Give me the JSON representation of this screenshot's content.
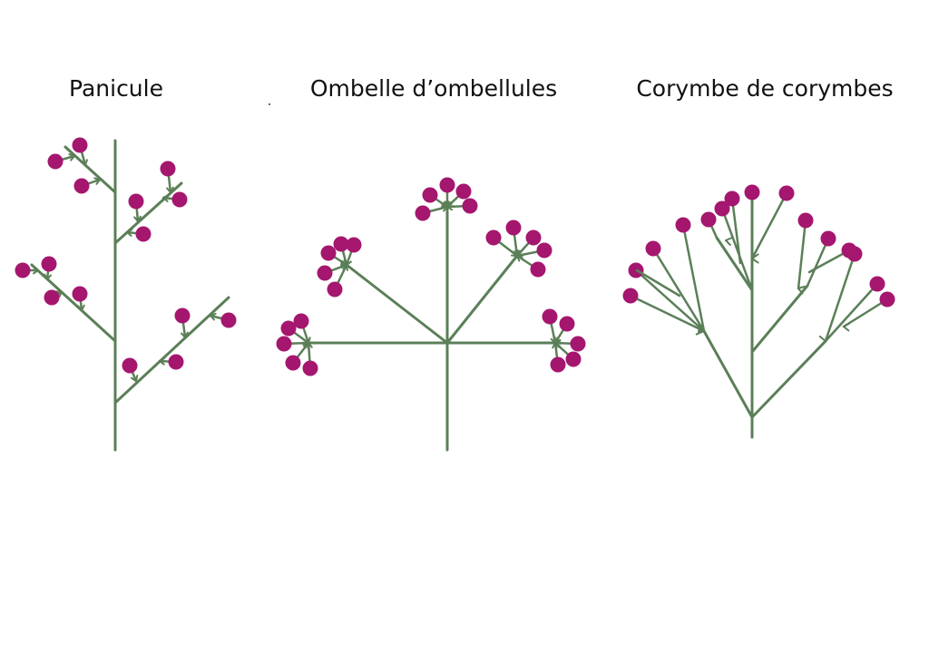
{
  "titles": {
    "panicule": "Panicule",
    "ombelle": "Ombelle d’ombellules",
    "corymbe": "Corymbe de corymbes"
  },
  "colors": {
    "stem": "#5b7f58",
    "flower": "#a5166f"
  }
}
